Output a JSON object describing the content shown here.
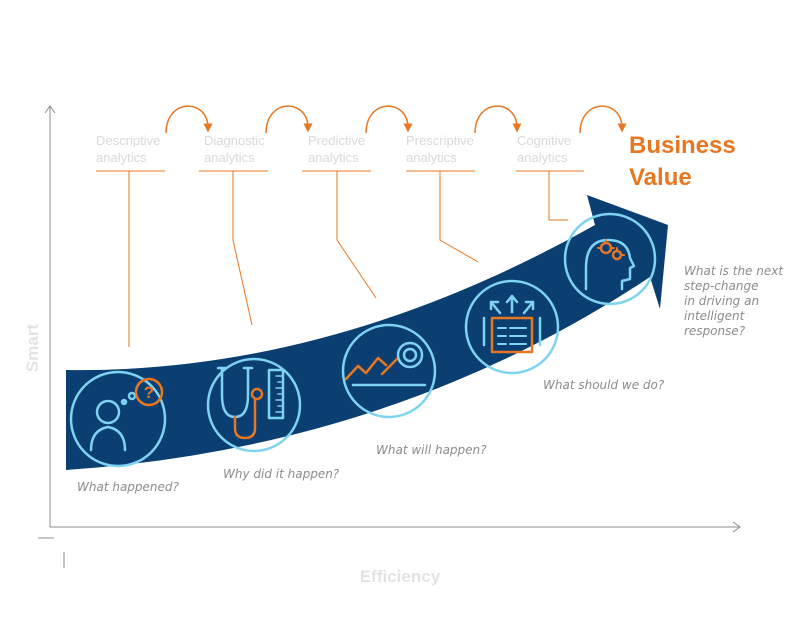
{
  "colors": {
    "arrow": "#0b3f72",
    "icon_line": "#7fd3f2",
    "accent": "#e87722",
    "stage_text": "#d9d9d9",
    "question_text": "#8c8c8c",
    "axis": "#8c8c8c"
  },
  "stages": [
    {
      "line1": "Descriptive",
      "line2": "analytics",
      "question": "What happened?",
      "icon": "person-question-icon"
    },
    {
      "line1": "Diagnostic",
      "line2": "analytics",
      "question": "Why did it happen?",
      "icon": "stethoscope-icon"
    },
    {
      "line1": "Predictive",
      "line2": "analytics",
      "question": "What will happen?",
      "icon": "chart-magnifier-icon"
    },
    {
      "line1": "Prescriptive",
      "line2": "analytics",
      "question": "What should we do?",
      "icon": "checklist-arrows-icon"
    },
    {
      "line1": "Cognitive",
      "line2": "analytics",
      "question": "What is the next step-change in driving an intelligent response?",
      "icon": "head-gears-icon"
    }
  ],
  "business_value": {
    "line1": "Business",
    "line2": "Value"
  },
  "axes": {
    "y_label": "Smart",
    "x_label": "Efficiency"
  },
  "last_question_lines": [
    "What is the next",
    "step-change",
    "in driving an",
    "intelligent",
    "response?"
  ]
}
